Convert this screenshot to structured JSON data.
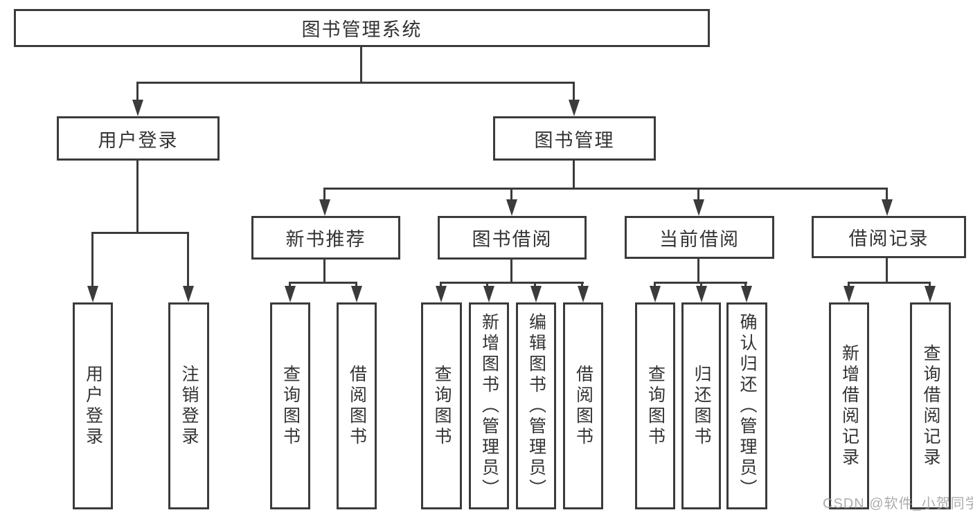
{
  "tree": {
    "label": "图书管理系统",
    "children": [
      {
        "label": "用户登录",
        "children": [
          {
            "label": "用户登录"
          },
          {
            "label": "注销登录"
          }
        ]
      },
      {
        "label": "图书管理",
        "children": [
          {
            "label": "新书推荐",
            "children": [
              {
                "label": "查询图书"
              },
              {
                "label": "借阅图书"
              }
            ]
          },
          {
            "label": "图书借阅",
            "children": [
              {
                "label": "查询图书"
              },
              {
                "label": "新增图书（管理员）"
              },
              {
                "label": "编辑图书（管理员）"
              },
              {
                "label": "借阅图书"
              }
            ]
          },
          {
            "label": "当前借阅",
            "children": [
              {
                "label": "查询图书"
              },
              {
                "label": "归还图书"
              },
              {
                "label": "确认归还（管理员）"
              }
            ]
          },
          {
            "label": "借阅记录",
            "children": [
              {
                "label": "新增借阅记录"
              },
              {
                "label": "查询借阅记录"
              }
            ]
          }
        ]
      }
    ]
  },
  "watermark": {
    "text": "CSDN @软件_小贺同学"
  },
  "colors": {
    "line": "#3b3b3b",
    "text": "#333333",
    "watermark": "#9e9e9e",
    "background": "#ffffff"
  }
}
